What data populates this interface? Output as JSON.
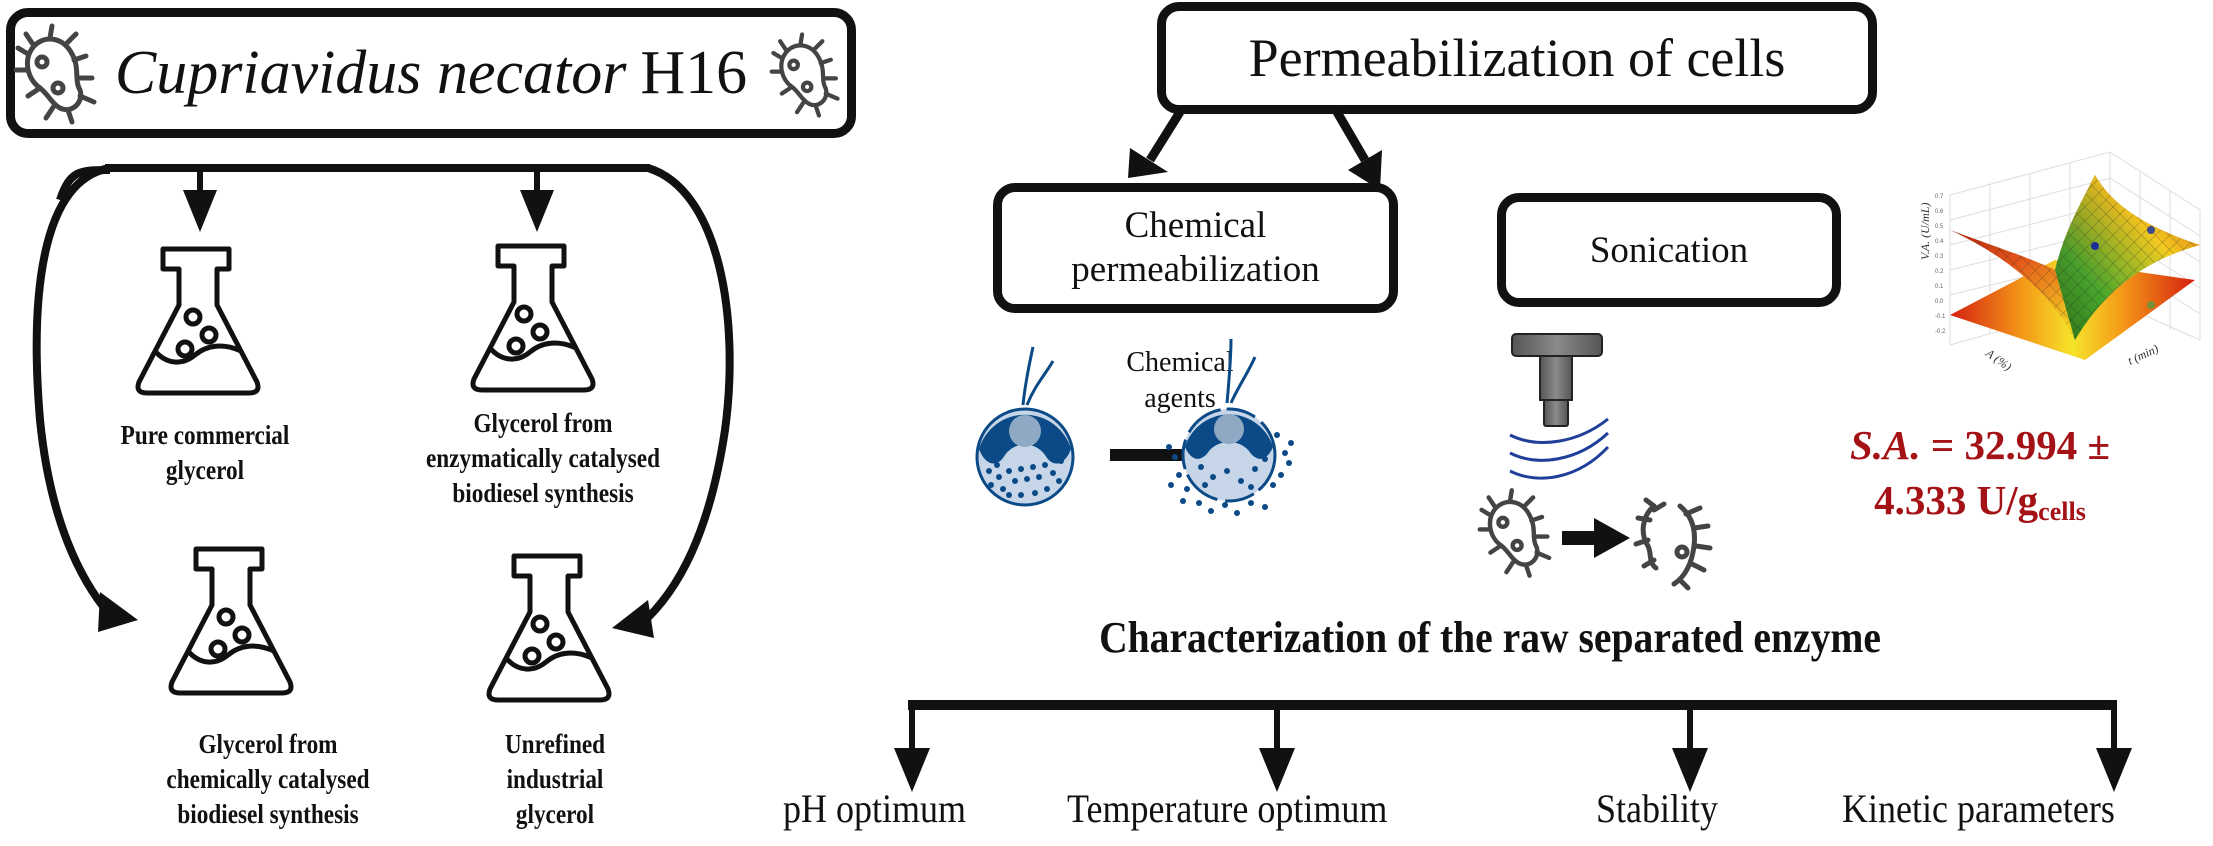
{
  "organism": {
    "name_italic": "Cupriavidus necator",
    "strain": "H16",
    "icons": [
      "bacterium-icon",
      "bacterium-icon"
    ]
  },
  "substrates": [
    {
      "label_lines": [
        "Pure commercial",
        "glycerol"
      ],
      "icon": "flask-icon"
    },
    {
      "label_lines": [
        "Glycerol from",
        "enzymatically catalysed",
        "biodiesel synthesis"
      ],
      "icon": "flask-icon"
    },
    {
      "label_lines": [
        "Glycerol from",
        "chemically catalysed",
        "biodiesel synthesis"
      ],
      "icon": "flask-icon"
    },
    {
      "label_lines": [
        "Unrefined",
        "industrial",
        "glycerol"
      ],
      "icon": "flask-icon"
    }
  ],
  "permeabilization": {
    "title": "Permeabilization of cells",
    "methods": [
      {
        "label_lines": [
          "Chemical",
          "permeabilization"
        ]
      },
      {
        "label_lines": [
          "Sonication"
        ]
      }
    ],
    "chemical_agents_lines": [
      "Chemical",
      "agents"
    ],
    "colors": {
      "cell_dark": "#0b4a86",
      "cell_light": "#c6d6e8",
      "nucleus": "#8fa9c4",
      "wave": "#1f3f9a",
      "probe": "#6b6b6b"
    }
  },
  "surface_plot": {
    "zlabel": "V.A. (U/mL)",
    "xlabel": "A (%)",
    "ylabel": "t (min)",
    "z_ticks": [
      "0.7",
      "0.6",
      "0.5",
      "0.4",
      "0.3",
      "0.2",
      "0.1",
      "0.0",
      "-0.1",
      "-0.2"
    ]
  },
  "specific_activity": {
    "prefix": "S.A.",
    "equals": " = 32.994 ±",
    "line2": "4.333 U/g",
    "subscript": "cells",
    "color": "#a51216"
  },
  "characterization": {
    "title": "Characterization of the raw separated  enzyme",
    "items": [
      "pH optimum",
      "Temperature optimum",
      "Stability",
      "Kinetic parameters"
    ]
  }
}
